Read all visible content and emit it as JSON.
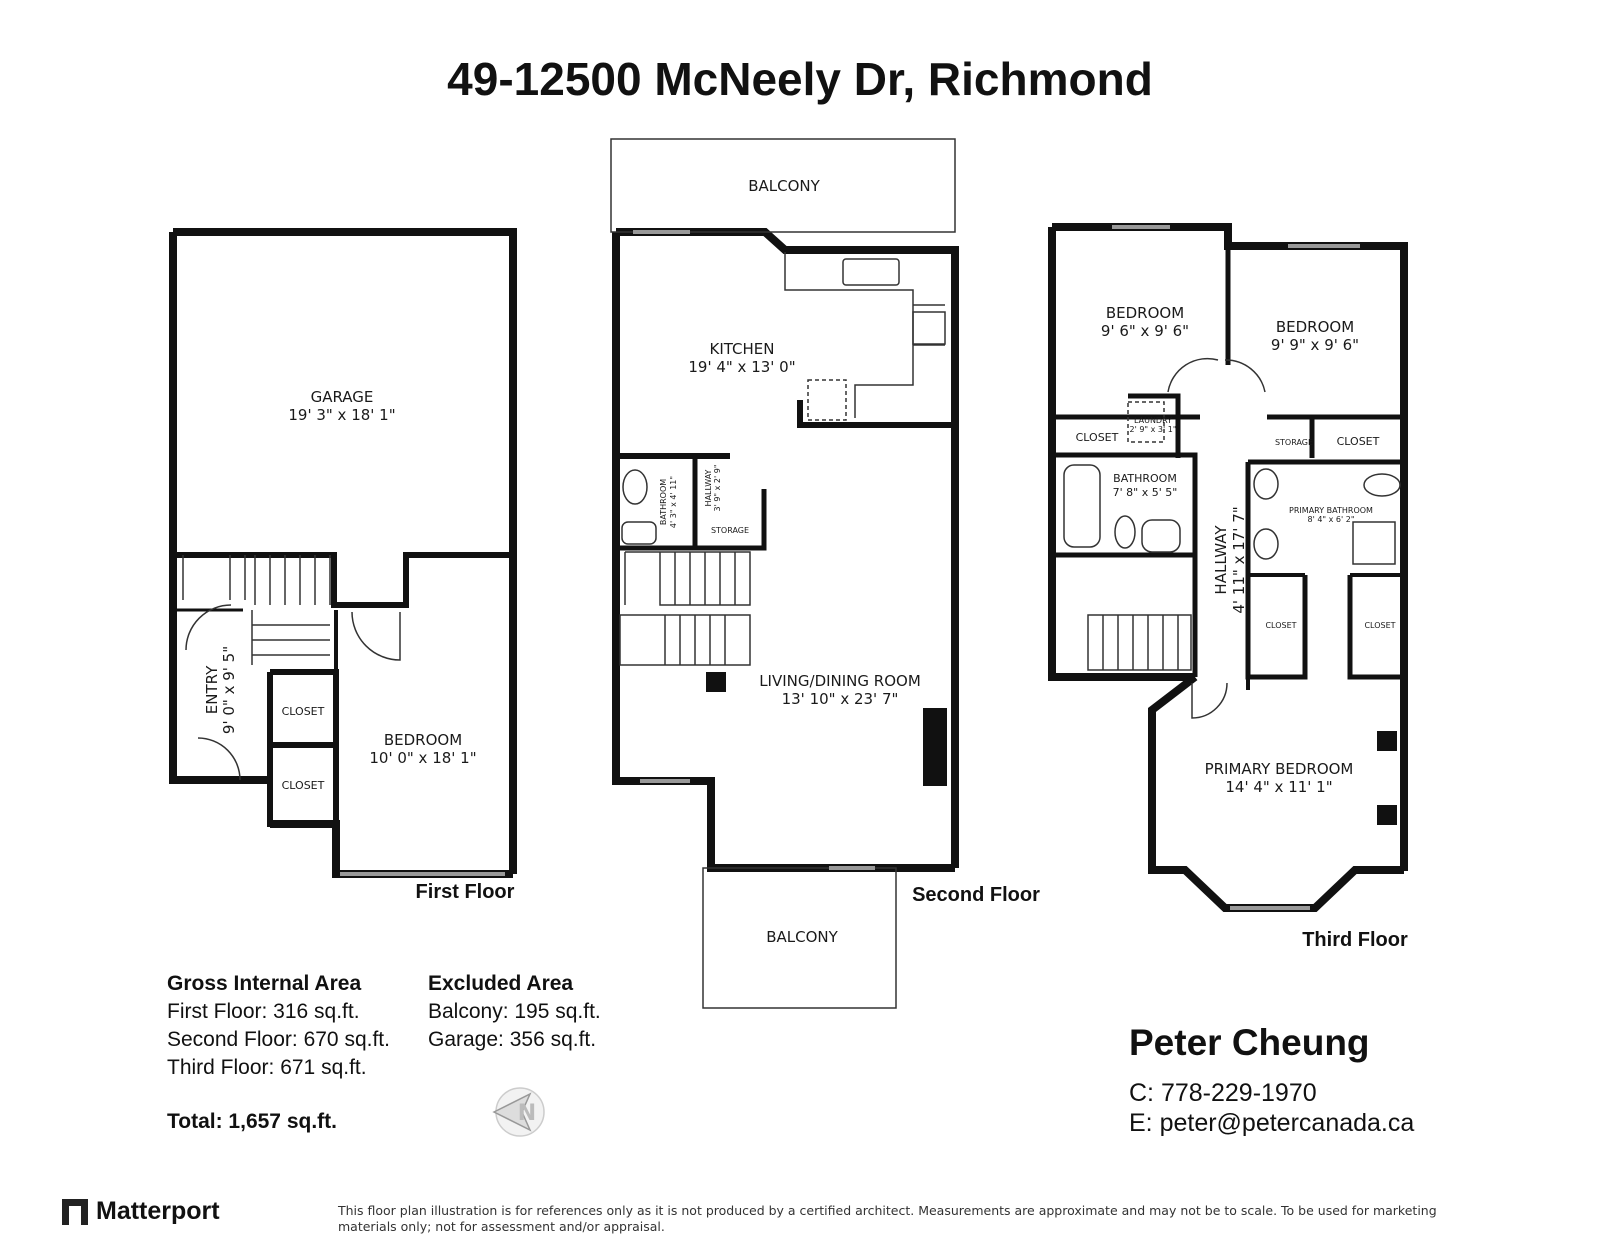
{
  "title": "49-12500 McNeely Dr, Richmond",
  "floors": {
    "first": {
      "label": "First Floor",
      "rooms": {
        "garage": {
          "name": "GARAGE",
          "size": "19' 3\" x 18' 1\""
        },
        "entry": {
          "name": "ENTRY",
          "size": "9' 0\" x 9' 5\""
        },
        "closet_1": {
          "name": "CLOSET"
        },
        "closet_2": {
          "name": "CLOSET"
        },
        "bedroom": {
          "name": "BEDROOM",
          "size": "10' 0\" x 18' 1\""
        }
      }
    },
    "second": {
      "label": "Second Floor",
      "rooms": {
        "balcony_top": {
          "name": "BALCONY"
        },
        "kitchen": {
          "name": "KITCHEN",
          "size": "19' 4\" x 13' 0\""
        },
        "bathroom": {
          "name": "BATHROOM",
          "size": "4' 3\" x 4' 11\""
        },
        "hallway": {
          "name": "HALLWAY",
          "size": "3' 9\" x 2' 9\""
        },
        "storage": {
          "name": "STORAGE"
        },
        "living": {
          "name": "LIVING/DINING ROOM",
          "size": "13' 10\" x 23' 7\""
        },
        "balcony_bottom": {
          "name": "BALCONY"
        }
      }
    },
    "third": {
      "label": "Third Floor",
      "rooms": {
        "bedroom_1": {
          "name": "BEDROOM",
          "size": "9' 6\" x 9' 6\""
        },
        "bedroom_2": {
          "name": "BEDROOM",
          "size": "9' 9\" x 9' 6\""
        },
        "closet_1": {
          "name": "CLOSET"
        },
        "laundry": {
          "name": "LAUNDRY",
          "size": "2' 9\" x 3' 1\""
        },
        "storage": {
          "name": "STORAGE"
        },
        "closet_2": {
          "name": "CLOSET"
        },
        "bathroom": {
          "name": "BATHROOM",
          "size": "7' 8\" x 5' 5\""
        },
        "hallway": {
          "name": "HALLWAY",
          "size": "4' 11\" x 17' 7\""
        },
        "primary_bathroom": {
          "name": "PRIMARY BATHROOM",
          "size": "8' 4\" x 6' 2\""
        },
        "closet_3": {
          "name": "CLOSET"
        },
        "closet_4": {
          "name": "CLOSET"
        },
        "primary_bedroom": {
          "name": "PRIMARY BEDROOM",
          "size": "14' 4\" x 11' 1\""
        }
      }
    }
  },
  "areas": {
    "gross_heading": "Gross Internal Area",
    "first": "First Floor: 316 sq.ft.",
    "second": "Second Floor: 670 sq.ft.",
    "third": "Third Floor: 671 sq.ft.",
    "total": "Total: 1,657 sq.ft.",
    "excluded_heading": "Excluded Area",
    "balcony": "Balcony: 195 sq.ft.",
    "garage": "Garage: 356 sq.ft."
  },
  "compass_icon": "north-arrow-icon",
  "agent": {
    "name": "Peter Cheung",
    "phone": "C: 778-229-1970",
    "email": "E: peter@petercanada.ca"
  },
  "brand": "Matterport",
  "disclaimer": "This floor plan illustration is for references only as it is not produced by a certified architect. Measurements are approximate and may not be to scale. To be used for marketing materials only; not for assessment and/or appraisal."
}
